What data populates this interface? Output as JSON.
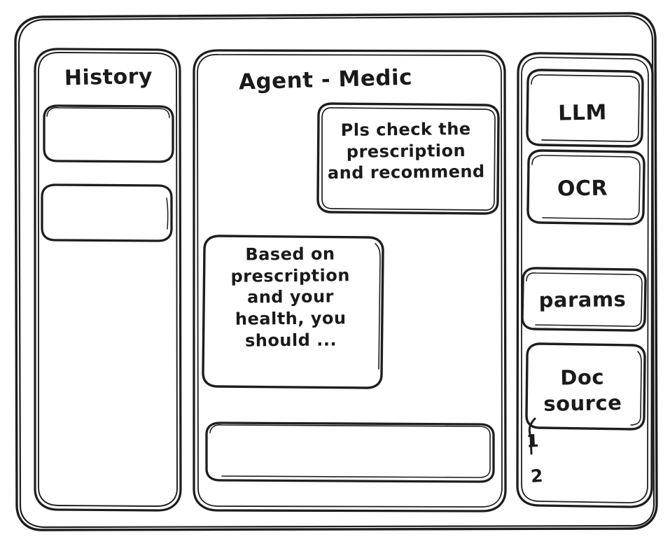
{
  "window": {
    "name": "sketch-wireframe-window"
  },
  "sidebar_left": {
    "title": "History",
    "items": [
      {
        "label": ""
      },
      {
        "label": ""
      }
    ]
  },
  "main": {
    "title": "Agent - Medic",
    "messages": [
      {
        "role": "user",
        "text": "Pls check the\nprescription\nand recommend"
      },
      {
        "role": "assistant",
        "text": "Based on\nprescription\nand your\nhealth, you\nshould ..."
      }
    ],
    "composer": {
      "value": "",
      "placeholder": ""
    }
  },
  "sidebar_right": {
    "items": [
      {
        "label": "LLM"
      },
      {
        "label": "OCR"
      },
      {
        "label": "params"
      },
      {
        "label": "Doc\nsource"
      }
    ],
    "doc_list": [
      {
        "label": "1"
      },
      {
        "label": "2"
      }
    ]
  },
  "colors": {
    "ink": "#1d1d1d",
    "paper": "#ffffff"
  }
}
